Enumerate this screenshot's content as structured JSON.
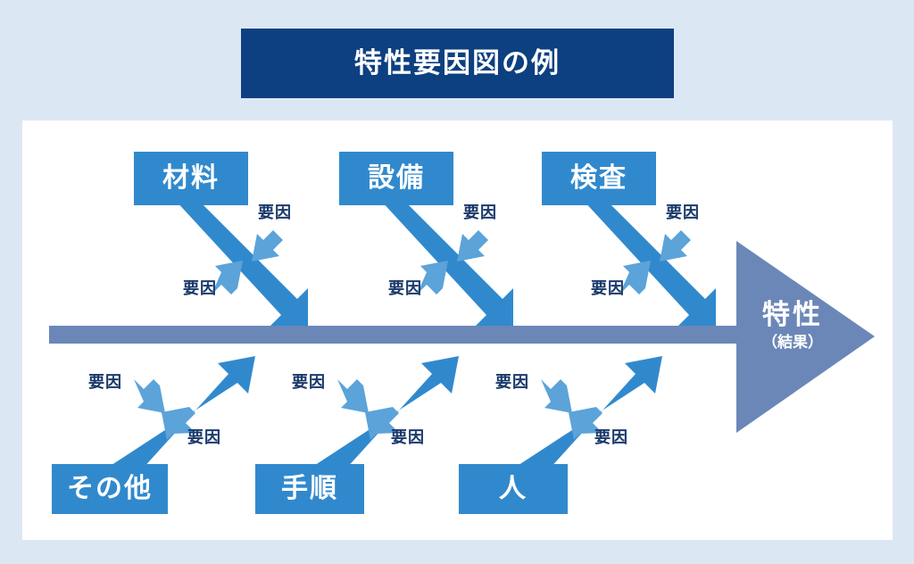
{
  "title": {
    "text": "特性要因図の例"
  },
  "colors": {
    "page_background": "#dce7f4",
    "panel_background": "#ffffff",
    "banner": "#0d4080",
    "category_box": "#3189cd",
    "branch_arrow": "#3189cd",
    "sub_arrow": "#5ba3d9",
    "spine": "#6b87b8",
    "effect_head": "#6b87b8",
    "factor_text": "#1b3a6b",
    "box_text": "#ffffff"
  },
  "effect": {
    "main_label": "特性",
    "sub_label": "（結果）"
  },
  "branches": [
    {
      "id": "material",
      "label": "材料",
      "position": "top",
      "factors": [
        "要因",
        "要因"
      ]
    },
    {
      "id": "equipment",
      "label": "設備",
      "position": "top",
      "factors": [
        "要因",
        "要因"
      ]
    },
    {
      "id": "inspection",
      "label": "検査",
      "position": "top",
      "factors": [
        "要因",
        "要因"
      ]
    },
    {
      "id": "other",
      "label": "その他",
      "position": "bottom",
      "factors": [
        "要因",
        "要因"
      ]
    },
    {
      "id": "procedure",
      "label": "手順",
      "position": "bottom",
      "factors": [
        "要因",
        "要因"
      ]
    },
    {
      "id": "people",
      "label": "人",
      "position": "bottom",
      "factors": [
        "要因",
        "要因"
      ]
    }
  ]
}
